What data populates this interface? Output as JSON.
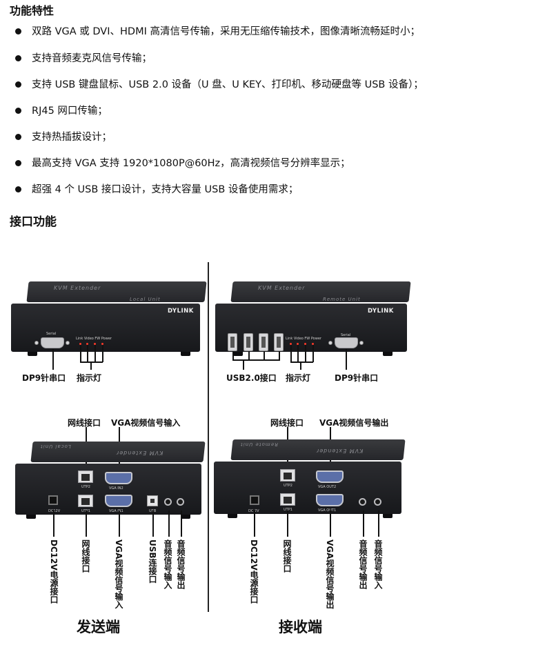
{
  "features": {
    "heading": "功能特性",
    "items": [
      "双路 VGA 或 DVI、HDMI 高清信号传输，采用无压缩传输技术，图像清晰流畅延时小；",
      "支持音频麦克风信号传输；",
      "支持 USB 键盘鼠标、USB 2.0 设备（U 盘、U KEY、打印机、移动硬盘等 USB 设备）；",
      "RJ45 网口传输；",
      "支持热插拔设计；",
      "最高支持 VGA 支持 1920*1080P@60Hz，高清视频信号分辨率显示；",
      "超强 4 个 USB 接口设计，支持大容量 USB 设备使用需求；"
    ]
  },
  "ports": {
    "heading": "接口功能",
    "device_name": "KVM Extender",
    "brand": "DYLINK",
    "local_unit": {
      "unit_label": "Local Unit",
      "serial_tag": "Serial",
      "led_tags": "Link Video FW Power",
      "front_callouts": {
        "serial": "DP9针串口",
        "leds": "指示灯"
      },
      "rear_tags": {
        "utp2": "UTP2",
        "vga_in2": "VGA IN2",
        "dc": "DC12V",
        "utp1": "UTP1",
        "vga_in1": "VGA IN1",
        "usb_b": "USB"
      },
      "rear_top_callouts": {
        "network": "网线接口",
        "vga": "VGA视频信号输入"
      },
      "rear_bottom_callouts": [
        "DC12V电源接口",
        "网线接口",
        "VGA视频信号输入",
        "USB连接口",
        "音频信号输入",
        "音频信号输出"
      ],
      "title": "发送端"
    },
    "remote_unit": {
      "unit_label": "Remote Unit",
      "serial_tag": "Serial",
      "led_tags": "Link Video FW Power",
      "front_callouts": {
        "usb": "USB2.0接口",
        "leds": "指示灯",
        "serial": "DP9针串口"
      },
      "rear_tags": {
        "utp2": "UTP2",
        "vga_out2": "VGA OUT2",
        "dc": "DC 2V",
        "utp1": "UTP1",
        "vga_out1": "VGA OUT1"
      },
      "rear_top_callouts": {
        "network": "网线接口",
        "vga": "VGA视频信号输出"
      },
      "rear_bottom_callouts": [
        "DC12V电源接口",
        "网线接口",
        "VGA视频信号输出",
        "音频信号输出",
        "音频信号输入"
      ],
      "title": "接收端"
    }
  }
}
